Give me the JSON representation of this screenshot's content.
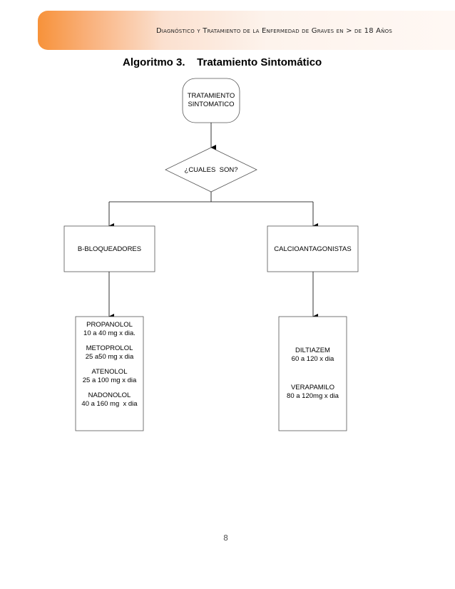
{
  "header": {
    "title": "Diagnóstico y Tratamiento de la  Enfermedad de Graves en > de 18 Años"
  },
  "page": {
    "title": "Algoritmo 3.    Tratamiento Sintomático",
    "number": "8"
  },
  "flowchart": {
    "start": {
      "line1": "TRATAMIENTO",
      "line2": "SINTOMATICO"
    },
    "decision": "¿CUALES  SON?",
    "left_branch": "B-BLOQUEADORES",
    "right_branch": "CALCIOANTAGONISTAS",
    "left_drugs": [
      {
        "name": "PROPANOLOL",
        "dose": "10 a 40 mg x dia."
      },
      {
        "name": "METOPROLOL",
        "dose": "25 a50 mg x dia"
      },
      {
        "name": "ATENOLOL",
        "dose": "25 a 100 mg x dia"
      },
      {
        "name": "NADONOLOL",
        "dose": "40 a 160 mg  x dia"
      }
    ],
    "right_drugs": [
      {
        "name": "DILTIAZEM",
        "dose": "60 a 120 x dia"
      },
      {
        "name": "VERAPAMILO",
        "dose": "80 a 120mg x dia"
      }
    ]
  }
}
